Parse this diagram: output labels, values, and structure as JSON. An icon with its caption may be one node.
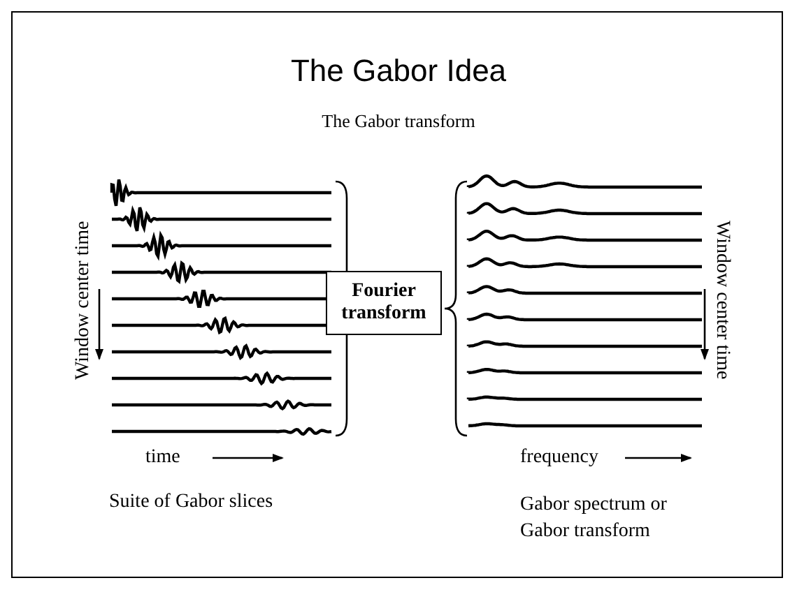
{
  "diagram": {
    "title": "The Gabor Idea",
    "nodes": [
      {
        "text": [
          "Fourier transform"
        ]
      }
    ],
    "labels": [
      "The Gabor transform",
      "Window center time",
      "Window center time",
      "time",
      "frequency",
      "Suite of Gabor slices",
      "Gabor spectrum or Gabor transform"
    ]
  }
}
